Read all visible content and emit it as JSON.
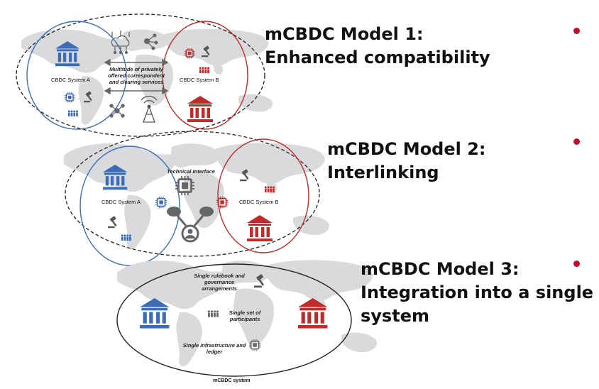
{
  "colors": {
    "blue": "#3b6cb7",
    "red": "#c32a2a",
    "map": "#d9dadb",
    "bullet": "#c0102a"
  },
  "model1": {
    "title_line1": "mCBDC Model 1:",
    "title_line2": "Enhanced compatibility",
    "system_a": "CBDC System A",
    "system_b": "CBDC System B",
    "services": "Multitude of privately offered correspondent and clearing services"
  },
  "model2": {
    "title_line1": "mCBDC Model 2:",
    "title_line2": "Interlinking",
    "system_a": "CBDC System A",
    "system_b": "CBDC System B",
    "interface": "Technical Interface"
  },
  "model3": {
    "title_line1": "mCBDC Model 3:",
    "title_line2": "Integration into a single",
    "title_line3": "system",
    "rulebook": "Single rulebook and governance arrangements",
    "participants": "Single set of participants",
    "infrastructure": "Single infrastructure and ledger",
    "system_label": "mCBDC system"
  },
  "icons": [
    "bank-icon",
    "chip-icon",
    "gavel-icon",
    "people-icon",
    "cloud-network-icon",
    "share-icon",
    "hub-icon",
    "antenna-icon",
    "link-icon"
  ]
}
